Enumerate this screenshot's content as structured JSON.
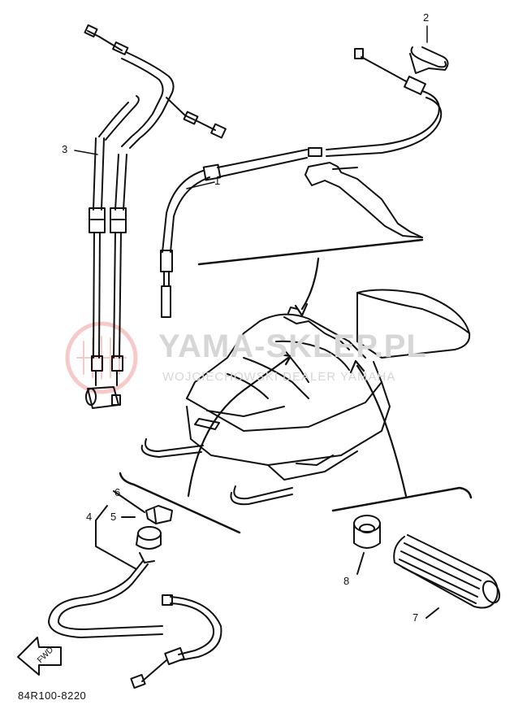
{
  "diagram": {
    "callouts": [
      "1",
      "2",
      "3",
      "4",
      "5",
      "6",
      "7",
      "8"
    ],
    "drawing_code": "84R100-8220",
    "fwd_arrow_text": "FWD"
  },
  "watermark": {
    "title": "YAMA-SKLEP.PL",
    "subtitle": "WOJCIECHOWSKI DEALER YAMAHA",
    "logo_color": "#e0463c",
    "text_color": "#d6d6d6"
  }
}
